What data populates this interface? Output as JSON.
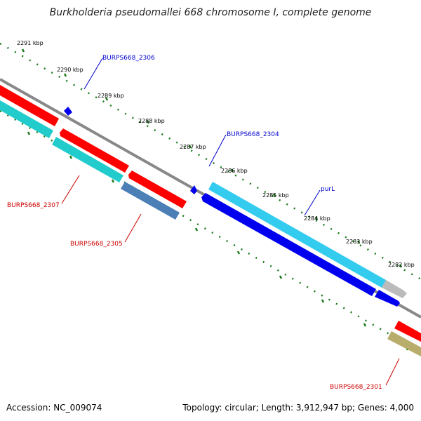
{
  "title": "Burkholderia pseudomallei 668 chromosome I, complete genome",
  "accession": "Accession: NC_009074",
  "summary": "Topology: circular; Length: 3,912,947 bp; Genes: 4,000",
  "ticks": [
    "2291 kbp",
    "2290 kbp",
    "2289 kbp",
    "2288 kbp",
    "2287 kbp",
    "2286 kbp",
    "2285 kbp",
    "2284 kbp",
    "2283 kbp",
    "2282 kbp"
  ],
  "labels": {
    "g2306": "BURPS668_2306",
    "g2304": "BURPS668_2304",
    "purL": "purL",
    "g2307": "BURPS668_2307",
    "g2305": "BURPS668_2305",
    "g2301": "BURPS668_2301"
  },
  "colors": {
    "red": "#ff0000",
    "cyan": "#22cccc",
    "lightblue": "#33ccee",
    "blue": "#0000ee",
    "steel": "#4b7fb5",
    "grey": "#bbbbbb",
    "khaki": "#b8ad6a",
    "tick_green": "#1a7a1a",
    "label_blue": "#0000cc",
    "label_red": "#cc0000"
  }
}
